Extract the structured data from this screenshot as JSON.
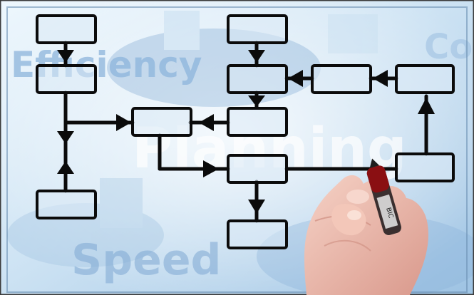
{
  "background_words": {
    "efficiency": "Efficiency",
    "planning": "Planning",
    "speed": "Speed",
    "corner": "Co"
  },
  "pen_label": "BIC",
  "colors": {
    "sky_light": "#e8f4fc",
    "sky_mid": "#bcd9ef",
    "sky_deep": "#8fb6d8",
    "border": "#2b2b2b",
    "box_fill": "#dbeaf6",
    "line": "#0b0b0b",
    "skin": "#f2c1b4",
    "skin_shadow": "#d9998c",
    "marker_cap": "#8a0f12"
  }
}
